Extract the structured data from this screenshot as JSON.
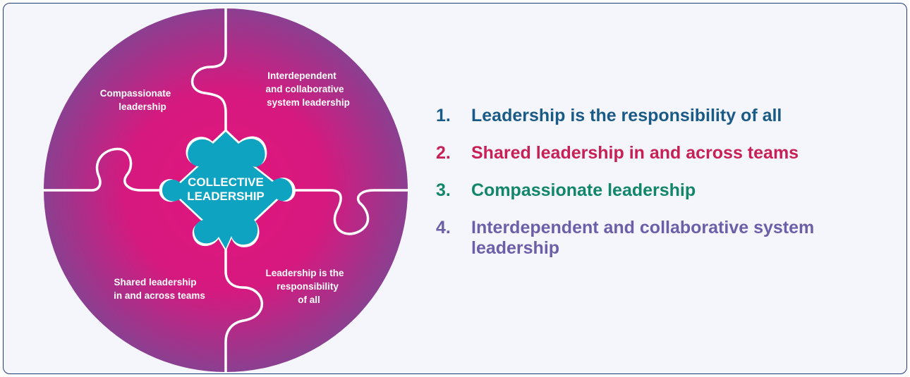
{
  "diagram": {
    "center": {
      "line1": "COLLECTIVE",
      "line2": "LEADERSHIP"
    },
    "pieces": {
      "top_left": [
        "Compassionate",
        "leadership"
      ],
      "top_right": [
        "Interdependent",
        "and collaborative",
        "system leadership"
      ],
      "bottom_left": [
        "Shared leadership",
        "in and across teams"
      ],
      "bottom_right": [
        "Leadership is the",
        "responsibility",
        "of all"
      ]
    }
  },
  "list": [
    {
      "num": "1.",
      "text": "Leadership is the responsibility of all",
      "color": "#1a5a86"
    },
    {
      "num": "2.",
      "text": "Shared leadership in and across teams",
      "color": "#c81f55"
    },
    {
      "num": "3.",
      "text": "Compassionate leadership",
      "color": "#12866a"
    },
    {
      "num": "4.",
      "text": "Interdependent and collaborative system leadership",
      "color": "#6d5ea8"
    }
  ],
  "colors": {
    "circle_inner": "#e0157c",
    "circle_outer": "#8b3f90",
    "center": "#0fa3c2",
    "frame_border": "#253a78"
  }
}
